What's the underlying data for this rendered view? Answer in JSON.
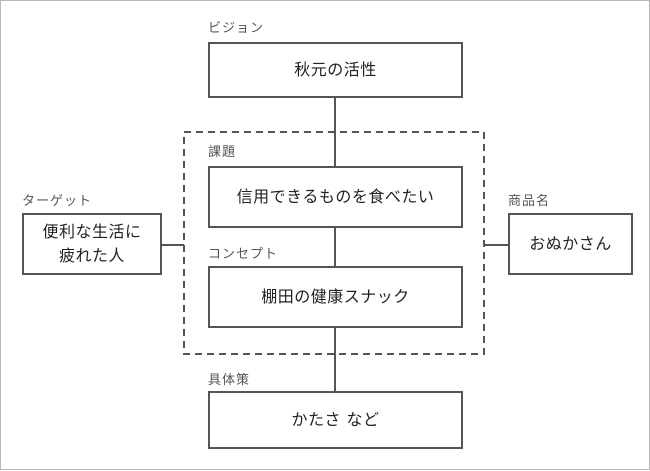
{
  "diagram": {
    "vision": {
      "label": "ビジョン",
      "text": "秋元の活性"
    },
    "issue": {
      "label": "課題",
      "text": "信用できるものを食べたい"
    },
    "concept": {
      "label": "コンセプト",
      "text": "棚田の健康スナック"
    },
    "tactics": {
      "label": "具体策",
      "text": "かたさ など"
    },
    "target": {
      "label": "ターゲット",
      "text_line1": "便利な生活に",
      "text_line2": "疲れた人"
    },
    "product": {
      "label": "商品名",
      "text": "おぬかさん"
    }
  },
  "colors": {
    "stroke": "#555555",
    "label": "#555555",
    "text": "#222222",
    "frame": "#b8b8b8"
  }
}
